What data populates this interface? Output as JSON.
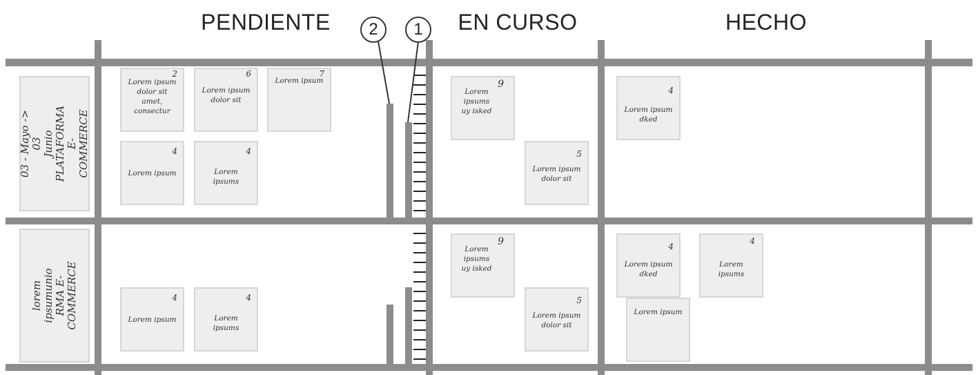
{
  "columns": {
    "pendiente": "PENDIENTE",
    "en_curso": "EN  CURSO",
    "hecho": "HECHO"
  },
  "markers": {
    "one": "1",
    "two": "2"
  },
  "lanes": {
    "top": "03 - Mayo  -> 03\nJunio\nPLATAFORMA E-\nCOMMERCE",
    "bottom": "lorem ipsumunio\nRMA E-\nCOMMERCE"
  },
  "cards": {
    "t1": {
      "num": "2",
      "label": "Lorem ipsum\ndolor sit\namet,\nconsectur"
    },
    "t2": {
      "num": "6",
      "label": "Lorem ipsum\ndolor sit"
    },
    "t3": {
      "num": "7",
      "label": "Lorem ipsum"
    },
    "t4": {
      "num": "4",
      "label": "Lorem ipsum"
    },
    "t5": {
      "num": "4",
      "label": "Lorem\nipsums"
    },
    "t6": {
      "num": "9",
      "label": "Lorem\nipsums\nuy isked"
    },
    "t7": {
      "num": "5",
      "label": "Lorem ipsum\ndolor sit"
    },
    "t8": {
      "num": "4",
      "label": "Lorem ipsum\ndked"
    },
    "b1": {
      "num": "4",
      "label": "Lorem ipsum"
    },
    "b2": {
      "num": "4",
      "label": "Lorem\nipsums"
    },
    "b3": {
      "num": "9",
      "label": "Lorem\nipsums\nuy isked"
    },
    "b4": {
      "num": "5",
      "label": "Lorem ipsum\ndolor sit"
    },
    "b5": {
      "num": "4",
      "label": "Lorem ipsum\ndked"
    },
    "b6": {
      "num": "4",
      "label": "Lorem\nipsums"
    },
    "b7": {
      "num": "",
      "label": "Lorem ipsum"
    }
  }
}
